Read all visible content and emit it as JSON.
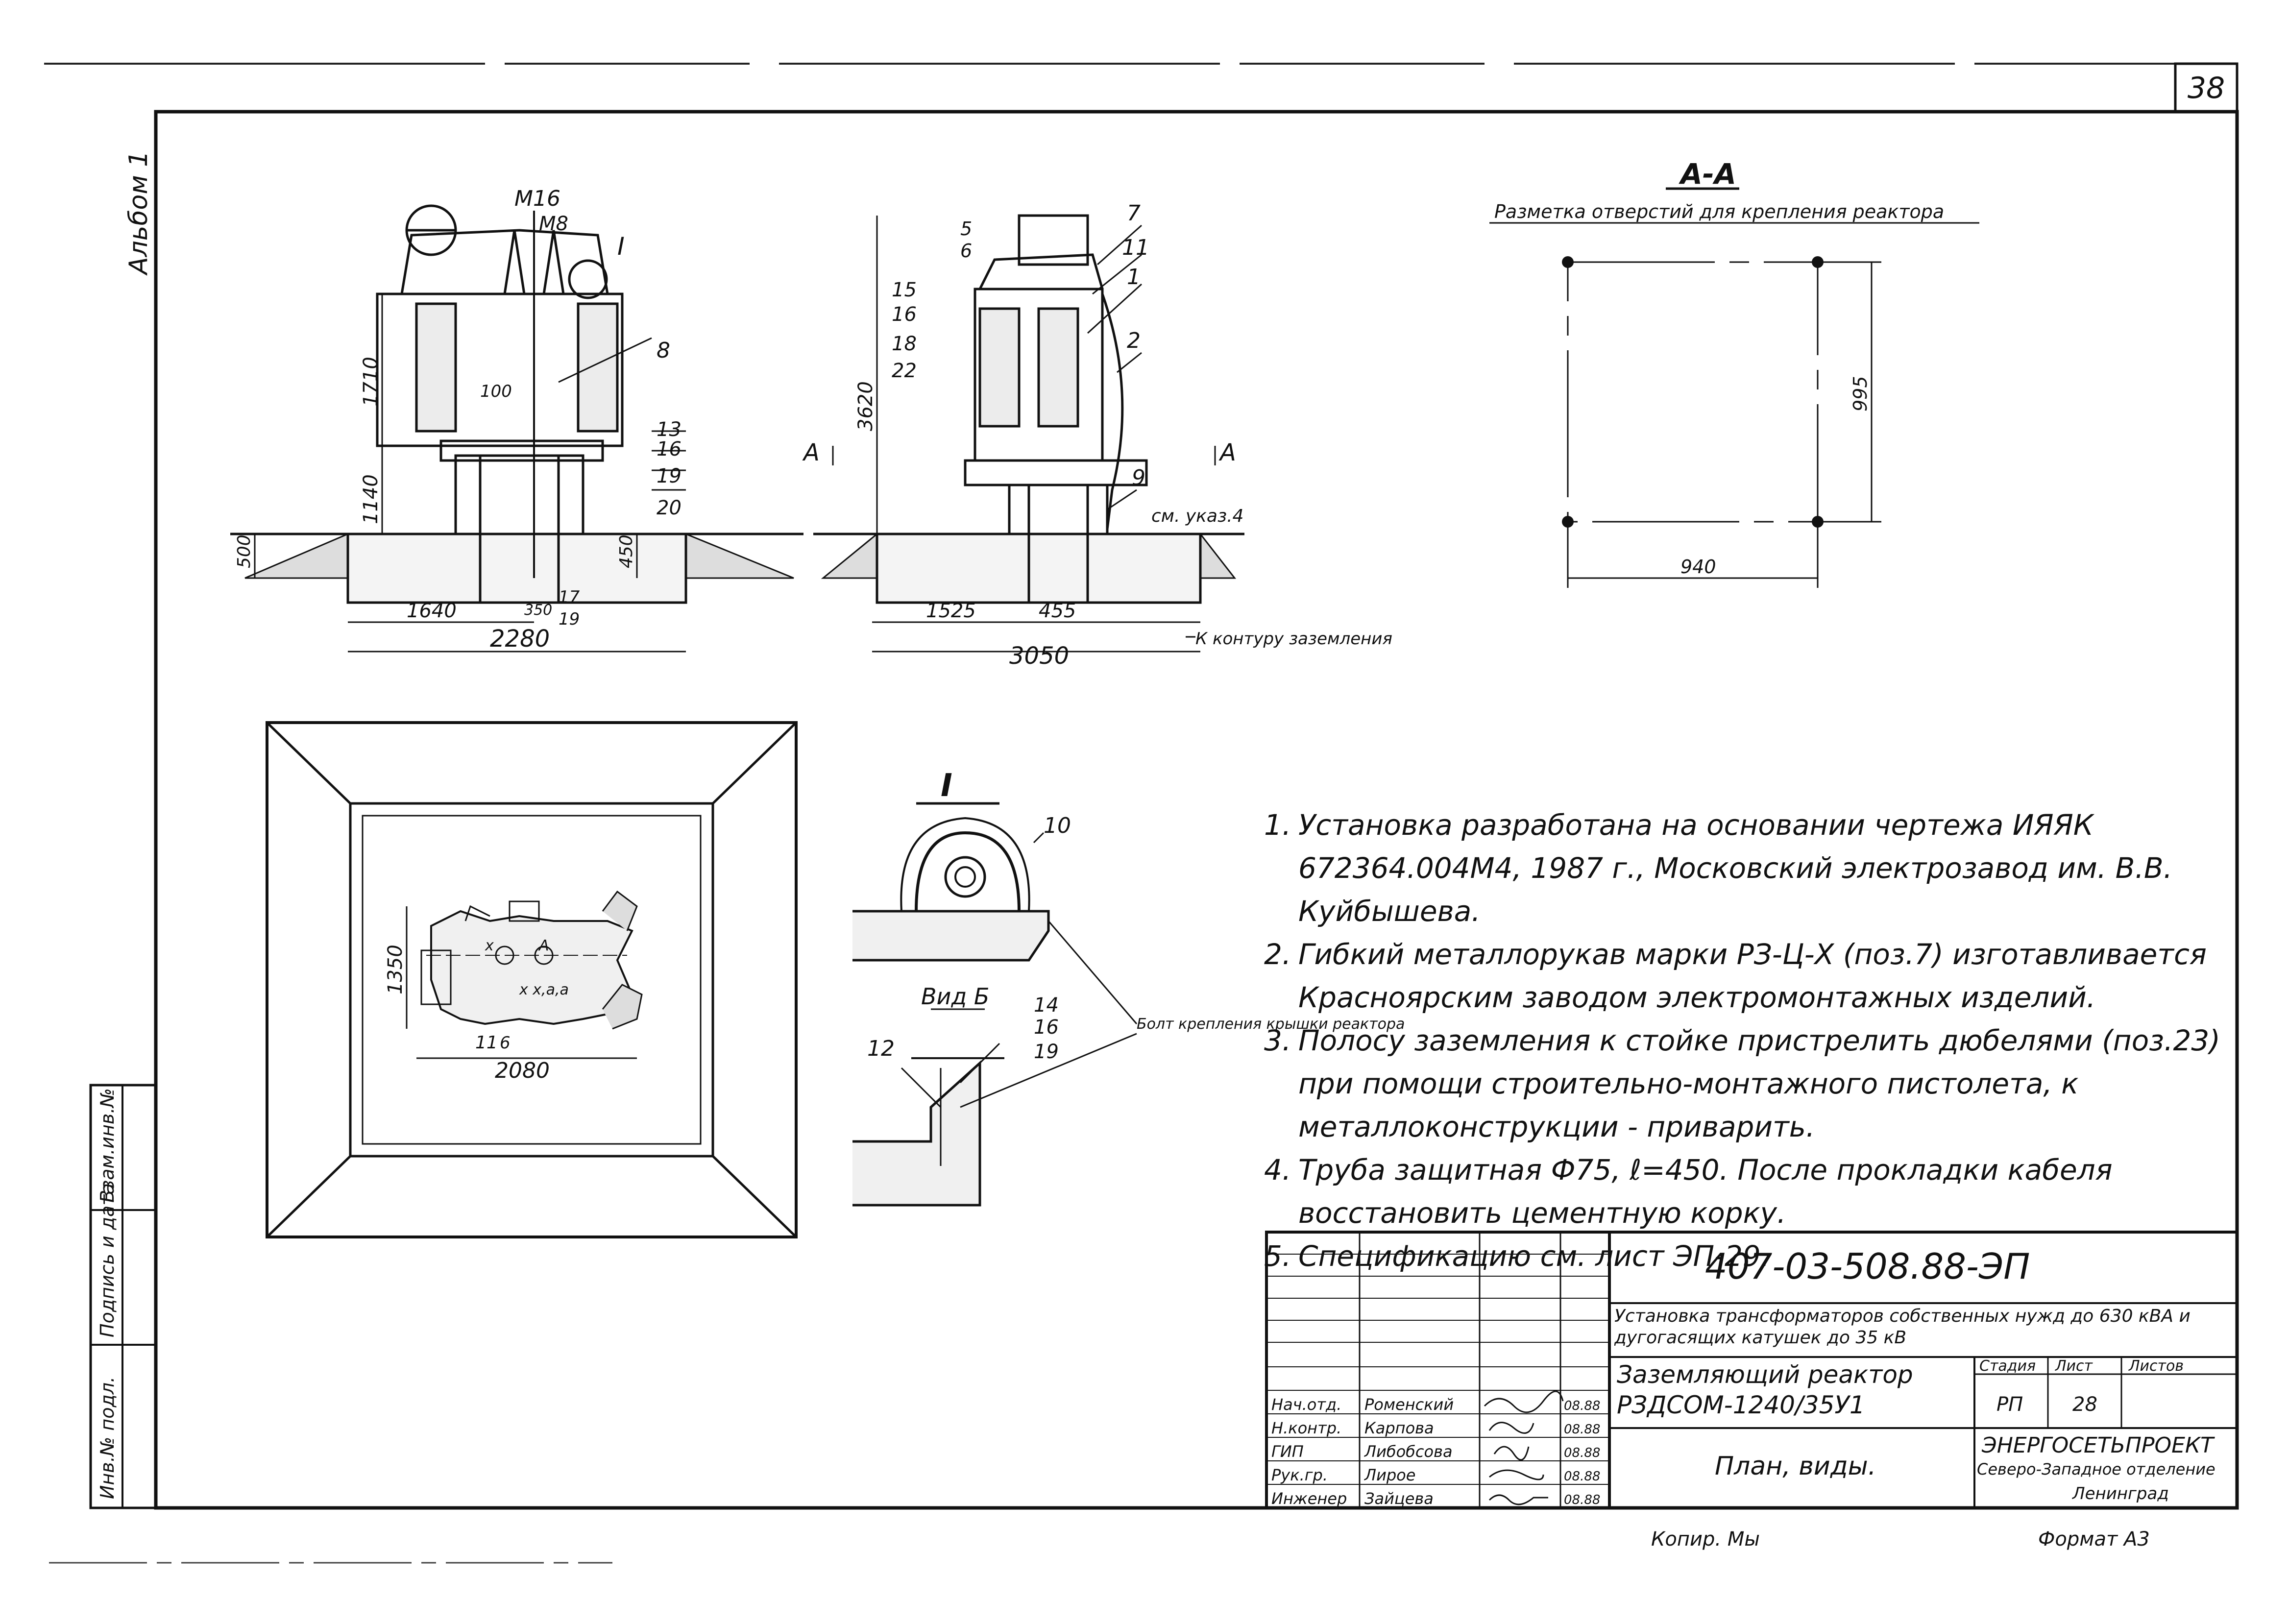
{
  "sheet": {
    "page_number": "38",
    "album": "Альбом 1",
    "format": "Формат А3",
    "copy": "Копир. Мы"
  },
  "side_stamp": {
    "inv_podl": "Инв.№ подл.",
    "podpis": "Подпись и дата",
    "vzam": "Взам.инв.№"
  },
  "section_aa": {
    "title": "А-А",
    "subtitle": "Разметка отверстий для крепления реактора",
    "dim_h": "995",
    "dim_w": "940"
  },
  "front_view": {
    "labels": [
      "М16",
      "М8",
      "I",
      "8",
      "100",
      "13",
      "16",
      "19",
      "20"
    ],
    "dims": [
      "1710",
      "1140",
      "500",
      "450",
      "1640",
      "350",
      "17",
      "19",
      "2280"
    ]
  },
  "side_view": {
    "labels": [
      "5",
      "6",
      "7",
      "11",
      "1",
      "2",
      "9",
      "15",
      "16",
      "18",
      "22",
      "А",
      "А"
    ],
    "dims": [
      "3620",
      "1525",
      "455",
      "3050"
    ],
    "note_ref": "см. указ.4",
    "ground_label": "К контуру заземления"
  },
  "plan_view": {
    "dims": [
      "1350",
      "2080",
      "6"
    ],
    "labels": [
      "11",
      "x",
      "A",
      "x x,a,a"
    ]
  },
  "detail_I": {
    "title": "I",
    "labels": [
      "10"
    ]
  },
  "view_B": {
    "title": "Вид Б",
    "labels": [
      "12",
      "14",
      "16",
      "19"
    ],
    "bolt_label": "Болт крепления крышки реактора"
  },
  "notes": [
    {
      "n": "1.",
      "text": "Установка разработана на основании чертежа ИЯЯК 672364.004М4, 1987 г., Московский электрозавод им. В.В. Куйбышева."
    },
    {
      "n": "2.",
      "text": "Гибкий металлорукав марки РЗ-Ц-Х (поз.7) изготавливается Красноярским заводом электромонтажных изделий."
    },
    {
      "n": "3.",
      "text": "Полосу заземления к стойке пристрелить дюбелями (поз.23) при помощи строительно-монтажного пистолета, к металлоконструкции - приварить."
    },
    {
      "n": "4.",
      "text": "Труба защитная Ф75, ℓ=450. После прокладки кабеля восстановить цементную корку."
    },
    {
      "n": "5.",
      "text": "Спецификацию см. лист ЭП-29."
    }
  ],
  "title_block": {
    "doc_code": "407-03-508.88-ЭП",
    "project": "Установка трансформаторов собственных нужд до 630 кВА и дугогасящих катушек до 35 кВ",
    "drawing_name": "Заземляющий реактор РЗДСОМ-1240/35У1",
    "sheet_name": "План, виды.",
    "stage_label": "Стадия",
    "sheet_label": "Лист",
    "sheets_label": "Листов",
    "stage": "РП",
    "sheet_no": "28",
    "sheets": "",
    "org1": "ЭНЕРГОСЕТЬПРОЕКТ",
    "org2": "Северо-Западное отделение",
    "org3": "Ленинград",
    "people": [
      {
        "role": "Нач.отд.",
        "name": "Роменский",
        "date": "08.88"
      },
      {
        "role": "Н.контр.",
        "name": "Карпова",
        "date": "08.88"
      },
      {
        "role": "ГИП",
        "name": "Либобсова",
        "date": "08.88"
      },
      {
        "role": "Рук.гр.",
        "name": "Лирое",
        "date": "08.88"
      },
      {
        "role": "Инженер",
        "name": "Зайцева",
        "date": "08.88"
      }
    ]
  }
}
